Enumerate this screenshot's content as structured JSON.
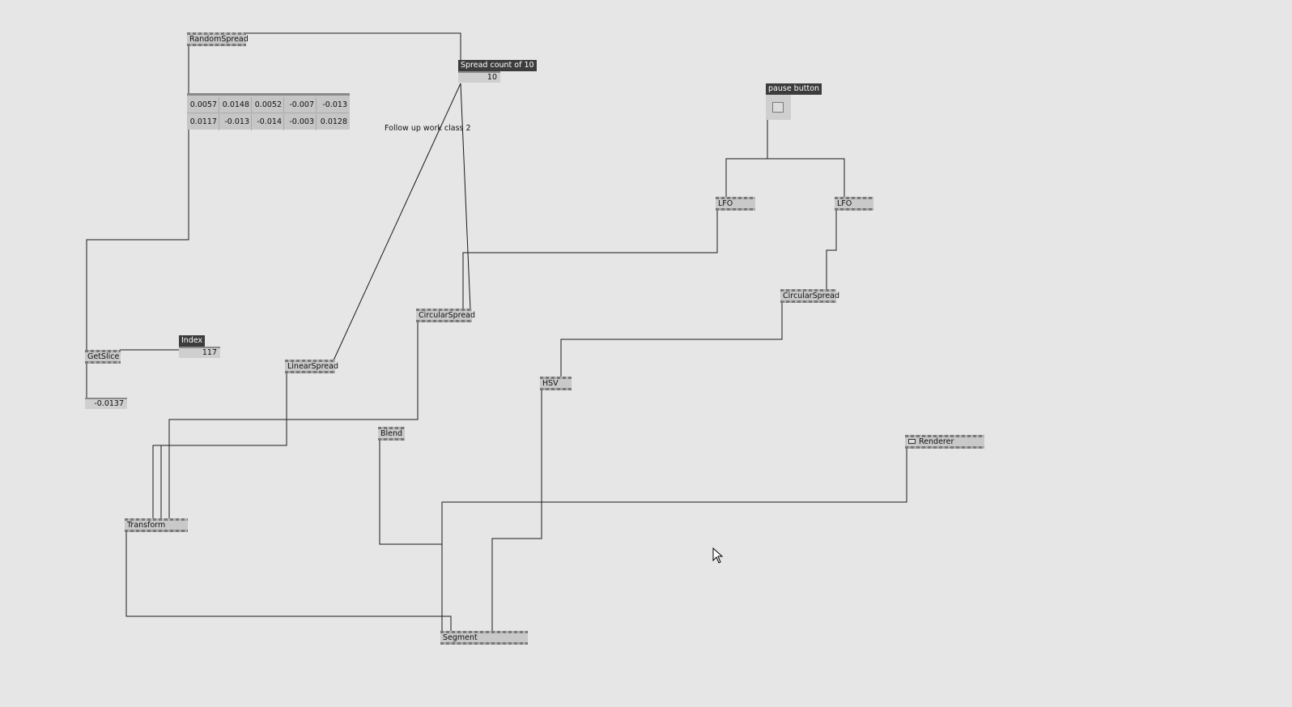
{
  "nodes": {
    "random_spread": "RandomSpread",
    "spread_count_title": "Spread count of 10",
    "spread_count_value": "10",
    "pause_title": "pause button",
    "lfo1": "LFO",
    "lfo2": "LFO",
    "circular_spread_1": "CircularSpread",
    "circular_spread_2": "CircularSpread",
    "get_slice": "GetSlice",
    "index_title": "Index",
    "index_value": "117",
    "get_slice_output": "-0.0137",
    "linear_spread": "LinearSpread",
    "hsv": "HSV",
    "blend": "Blend",
    "renderer": "Renderer",
    "transform": "Transform",
    "segment": "Segment"
  },
  "comment": "Follow up work class 2",
  "spread_values": {
    "row1": [
      "0.0057",
      "0.0148",
      "0.0052",
      "-0.007",
      "-0.013"
    ],
    "row2": [
      "0.0117",
      "-0.013",
      "-0.014",
      "-0.003",
      "0.0128"
    ]
  }
}
